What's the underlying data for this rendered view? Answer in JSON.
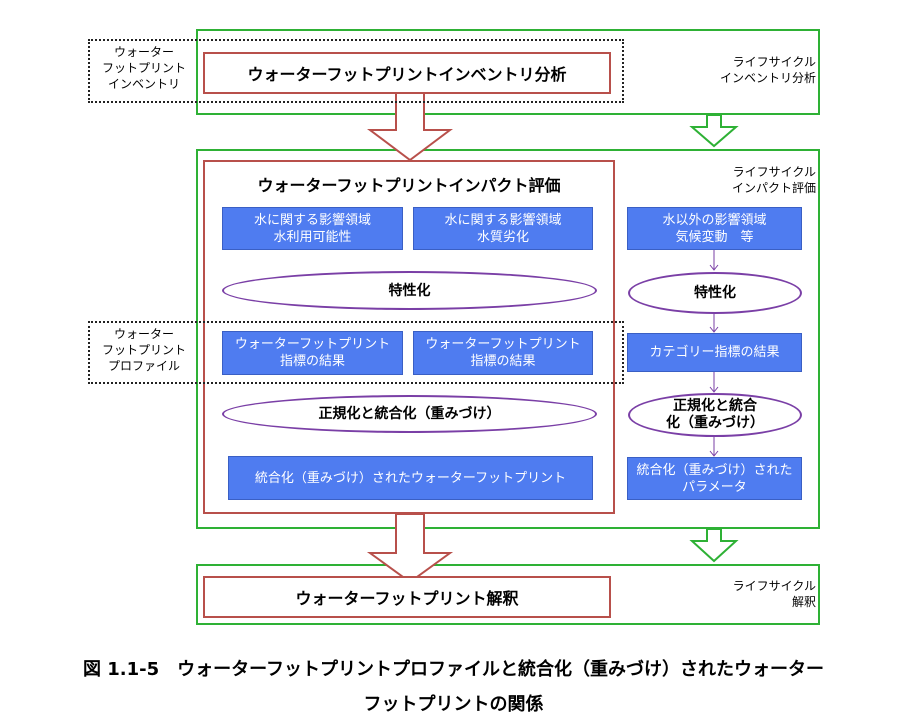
{
  "labels": {
    "wf_inventory": "ウォーター\nフットプリント\nインベントリ",
    "wf_profile": "ウォーター\nフットプリント\nプロファイル",
    "lc_inventory": "ライフサイクル\nインベントリ分析",
    "lc_impact": "ライフサイクル\nインパクト評価",
    "lc_interpretation": "ライフサイクル\n解釈"
  },
  "boxes": {
    "inventory_analysis": "ウォーターフットプリントインベントリ分析",
    "impact_assessment": "ウォーターフットプリントインパクト評価",
    "interpretation": "ウォーターフットプリント解釈",
    "area_availability": "水に関する影響領域\n水利用可能性",
    "area_quality": "水に関する影響領域\n水質劣化",
    "area_other": "水以外の影響領域\n気候変動　等",
    "char_left": "特性化",
    "char_right": "特性化",
    "indicator1": "ウォーターフットプリント\n指標の結果",
    "indicator2": "ウォーターフットプリント\n指標の結果",
    "category_indicator": "カテゴリー指標の結果",
    "norm_left": "正規化と統合化（重みづけ）",
    "norm_right": "正規化と統合\n化（重みづけ）",
    "integrated_wf": "統合化（重みづけ）されたウォーターフットプリント",
    "integrated_param": "統合化（重みづけ）された\nパラメータ"
  },
  "caption": {
    "line1": "図 1.1-5　ウォーターフットプリントプロファイルと統合化（重みづけ）されたウォーター",
    "line2": "フットプリントの関係"
  },
  "colors": {
    "green": "#2eb135",
    "red": "#b8504b",
    "blue": "#4f7cf0",
    "purple": "#7a3fa6"
  }
}
